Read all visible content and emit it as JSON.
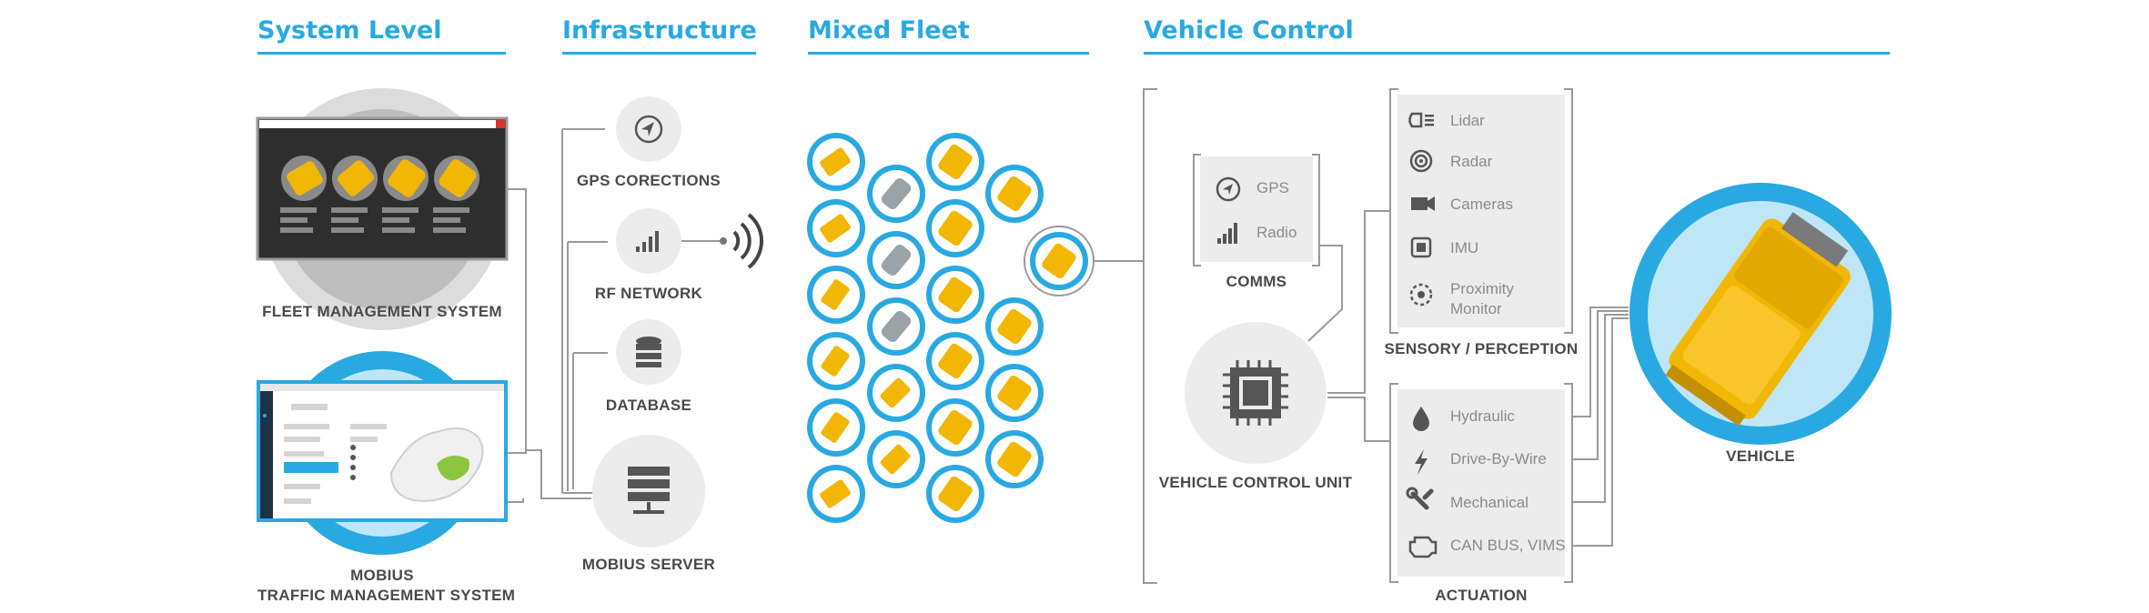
{
  "sections": {
    "system_level": "System Level",
    "infrastructure": "Infrastructure",
    "mixed_fleet": "Mixed Fleet",
    "vehicle_control": "Vehicle Control"
  },
  "system": {
    "fleet_management": "FLEET MANAGEMENT SYSTEM",
    "mobius_line1": "MOBIUS",
    "mobius_line2": "TRAFFIC MANAGEMENT SYSTEM"
  },
  "infrastructure": {
    "gps": "GPS CORECTIONS",
    "rf": "RF NETWORK",
    "database": "DATABASE",
    "server": "MOBIUS SERVER"
  },
  "control": {
    "comms_items": [
      "GPS",
      "Radio"
    ],
    "comms_label": "COMMS",
    "vcu_label": "VEHICLE CONTROL UNIT",
    "sensory_items": [
      "Lidar",
      "Radar",
      "Cameras",
      "IMU",
      "Proximity",
      "Monitor"
    ],
    "sensory_label": "SENSORY / PERCEPTION",
    "actuation_items": [
      "Hydraulic",
      "Drive-By-Wire",
      "Mechanical",
      "CAN BUS, VIMS"
    ],
    "actuation_label": "ACTUATION",
    "vehicle_label": "VEHICLE"
  },
  "colors": {
    "accent": "#29a9e1",
    "vehicle_yellow": "#f2b705",
    "gray_light": "#ececec",
    "line_gray": "#9a9a9a"
  }
}
